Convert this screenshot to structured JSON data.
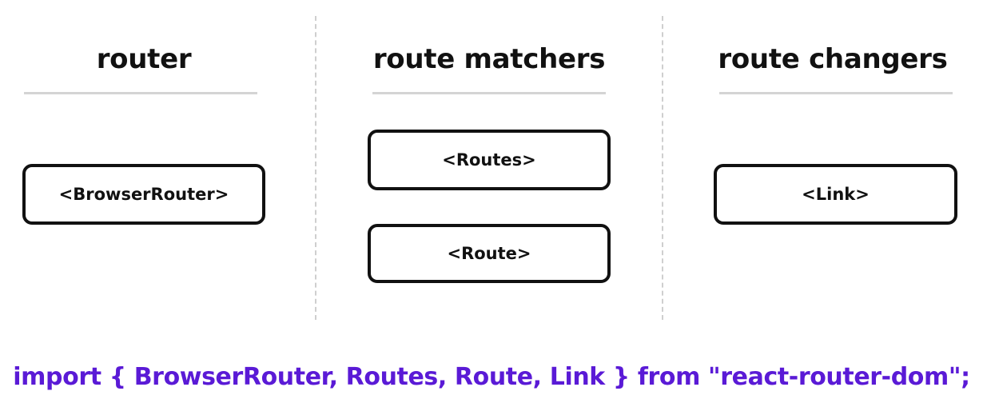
{
  "columns": {
    "router": {
      "title": "router",
      "components": [
        "<BrowserRouter>"
      ]
    },
    "matchers": {
      "title": "route matchers",
      "components": [
        "<Routes>",
        "<Route>"
      ]
    },
    "changers": {
      "title": "route changers",
      "components": [
        "<Link>"
      ]
    }
  },
  "import_statement": "import { BrowserRouter, Routes, Route, Link } from \"react-router-dom\";",
  "colors": {
    "import_text": "#5a1ad6",
    "box_border": "#111111",
    "rule": "#d4d4d4",
    "divider": "#cfcfcf"
  }
}
